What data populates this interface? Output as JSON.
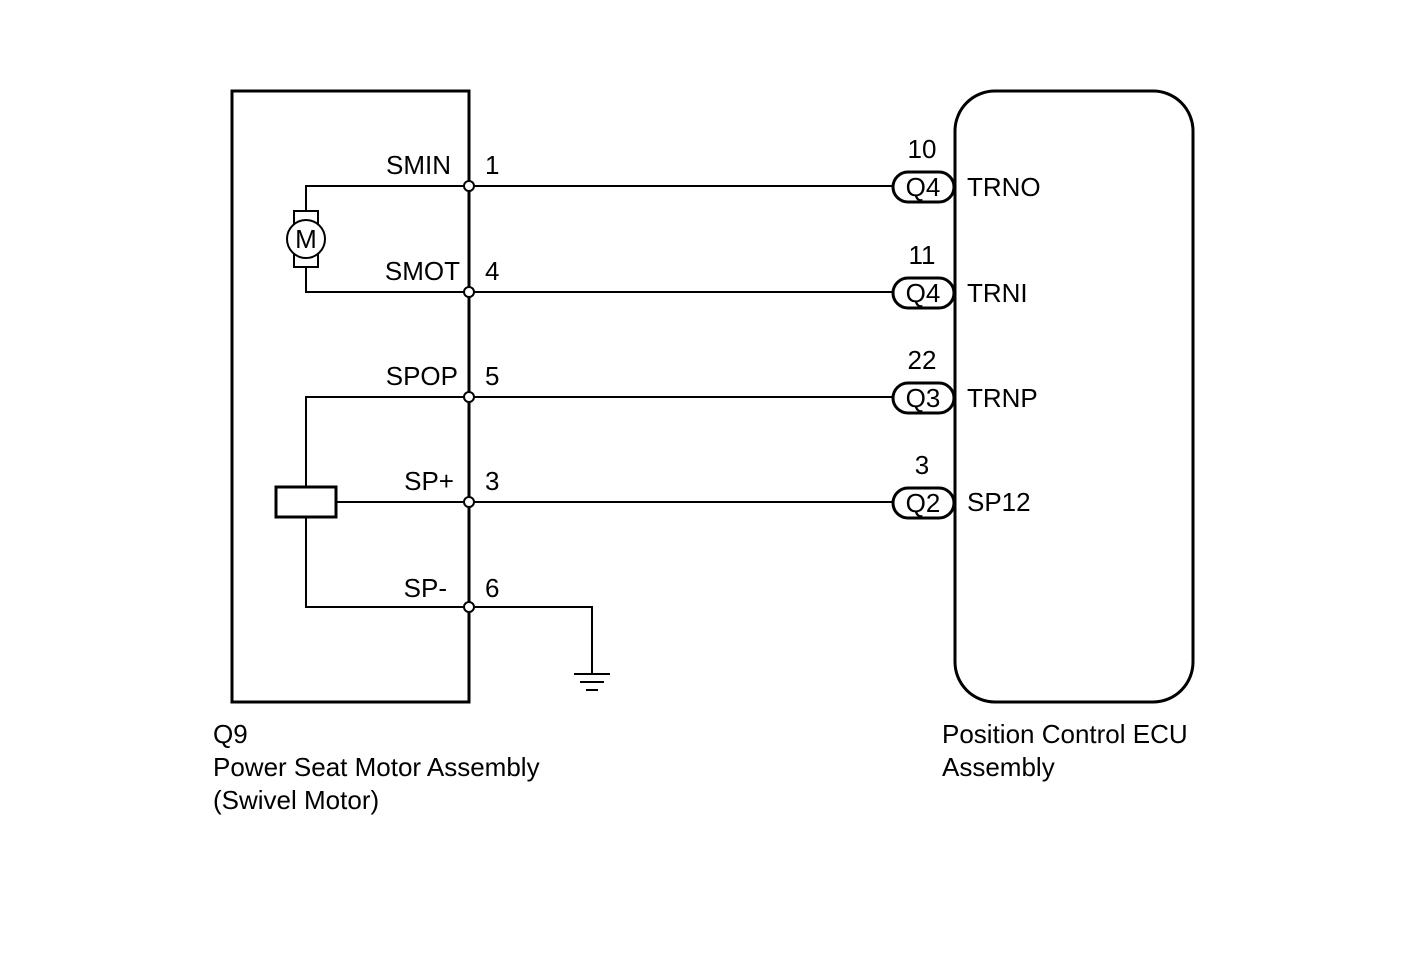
{
  "left_component": {
    "code": "Q9",
    "name_line1": "Power Seat Motor Assembly",
    "name_line2": "(Swivel Motor)",
    "motor_symbol": "M",
    "ground_symbol": "ground-icon",
    "pins": [
      {
        "signal": "SMIN",
        "pin": "1"
      },
      {
        "signal": "SMOT",
        "pin": "4"
      },
      {
        "signal": "SPOP",
        "pin": "5"
      },
      {
        "signal": "SP+",
        "pin": "3"
      },
      {
        "signal": "SP-",
        "pin": "6"
      }
    ]
  },
  "right_component": {
    "name_line1": "Position Control ECU",
    "name_line2": "Assembly",
    "pins": [
      {
        "pin": "10",
        "connector": "Q4",
        "signal": "TRNO"
      },
      {
        "pin": "11",
        "connector": "Q4",
        "signal": "TRNI"
      },
      {
        "pin": "22",
        "connector": "Q3",
        "signal": "TRNP"
      },
      {
        "pin": "3",
        "connector": "Q2",
        "signal": "SP12"
      }
    ]
  }
}
